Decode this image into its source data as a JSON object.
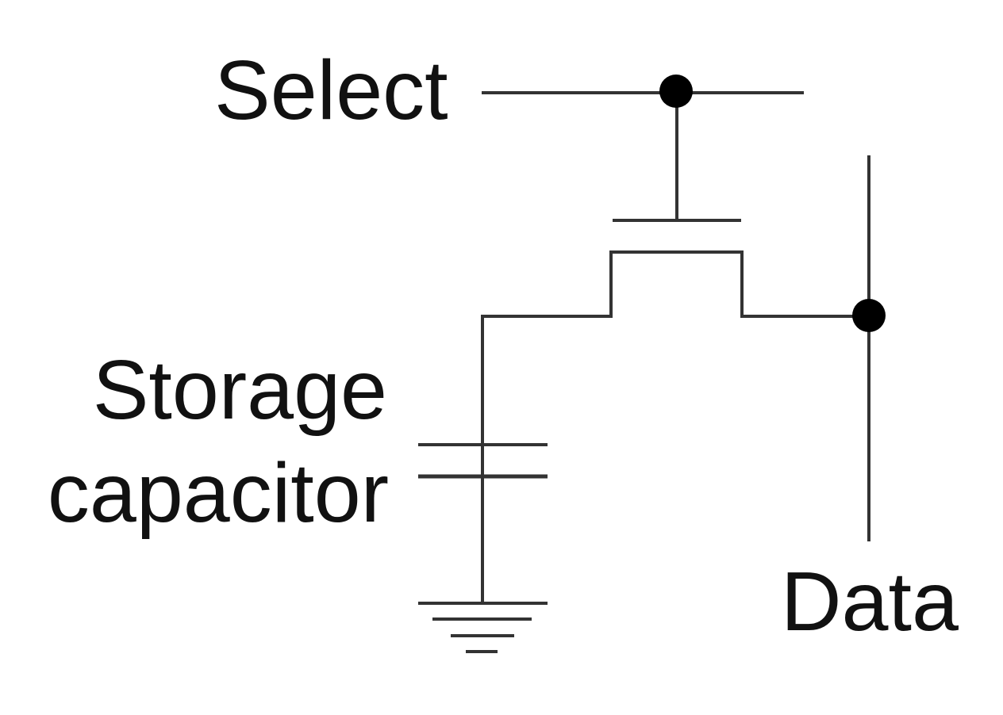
{
  "diagram": {
    "title": "DRAM cell",
    "labels": {
      "select": "Select",
      "storage_line1": "Storage",
      "storage_line2": "capacitor",
      "data": "Data"
    },
    "components": [
      {
        "id": "select-line",
        "type": "wire",
        "label": "Select"
      },
      {
        "id": "data-line",
        "type": "wire",
        "label": "Data"
      },
      {
        "id": "access-transistor",
        "type": "mosfet"
      },
      {
        "id": "storage-capacitor",
        "type": "capacitor",
        "label": "Storage capacitor"
      },
      {
        "id": "ground",
        "type": "ground"
      }
    ],
    "junctions": [
      "select-gate-junction",
      "data-drain-junction"
    ],
    "colors": {
      "wire": "#333333",
      "node": "#000000",
      "text": "#111111",
      "background": "#ffffff"
    }
  }
}
